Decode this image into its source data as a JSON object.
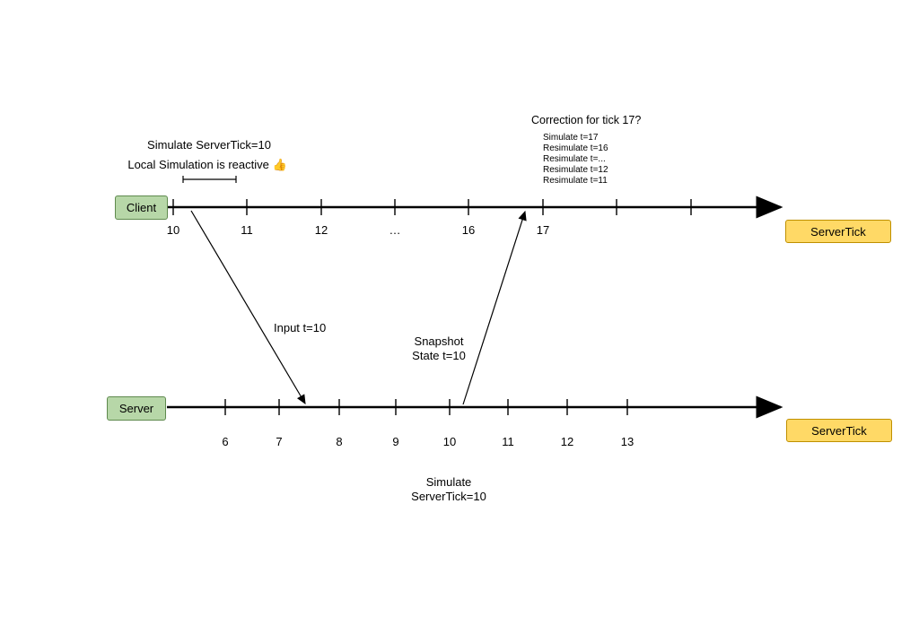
{
  "annotations": {
    "simulate_servertick_top": "Simulate ServerTick=10",
    "local_simulation": "Local Simulation is reactive 👍",
    "correction_title": "Correction for tick 17?",
    "correction_lines": [
      "Simulate t=17",
      "Resimulate t=16",
      "Resimulate t=...",
      "Resimulate t=12",
      "Resimulate t=11"
    ],
    "input_label": "Input t=10",
    "snapshot_line1": "Snapshot",
    "snapshot_line2": "State t=10",
    "simulate_bottom_line1": "Simulate",
    "simulate_bottom_line2": "ServerTick=10"
  },
  "client_timeline": {
    "label": "Client",
    "badge": "ServerTick",
    "tick_labels": [
      "10",
      "11",
      "12",
      "…",
      "16",
      "17"
    ]
  },
  "server_timeline": {
    "label": "Server",
    "badge": "ServerTick",
    "tick_labels": [
      "6",
      "7",
      "8",
      "9",
      "10",
      "11",
      "12",
      "13"
    ]
  },
  "colors": {
    "green_box": "#b7d7a8",
    "yellow_box": "#ffd966",
    "line": "#000000"
  }
}
